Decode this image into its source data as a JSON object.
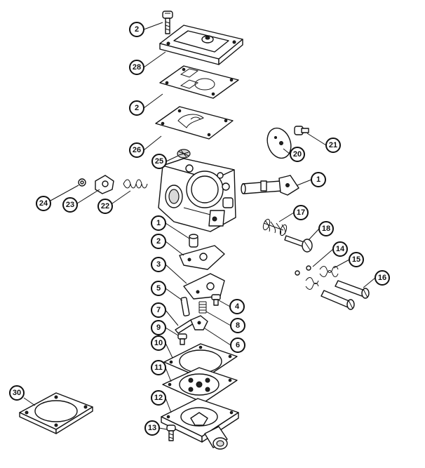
{
  "colors": {
    "line": "#111111",
    "background": "#ffffff",
    "fill": "#ffffff"
  },
  "callouts": {
    "c2a": "2",
    "c28": "28",
    "c2b": "2",
    "c26": "26",
    "c25": "25",
    "c21": "21",
    "c20": "20",
    "c1a": "1",
    "c24": "24",
    "c23": "23",
    "c22": "22",
    "c17": "17",
    "c18": "18",
    "c1b": "1",
    "c2c": "2",
    "c14": "14",
    "c15": "15",
    "c3": "3",
    "c16": "16",
    "c5": "5",
    "c4": "4",
    "c7": "7",
    "c8": "8",
    "c9": "9",
    "c6": "6",
    "c10": "10",
    "c11": "11",
    "c30": "30",
    "c12": "12",
    "c13": "13"
  }
}
